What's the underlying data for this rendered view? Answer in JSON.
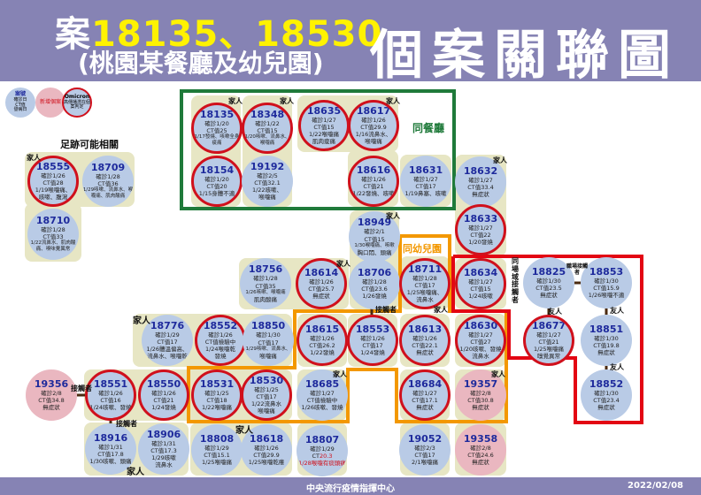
{
  "header": {
    "title_prefix": "案",
    "title_cases": "18135、18530",
    "subtitle": "(桃園某餐廳及幼兒園)",
    "main_title": "個案關聯圖"
  },
  "legend": {
    "case_label": "案號",
    "case_lines": [
      "確診日",
      "CT值",
      "發病日"
    ],
    "new_label": "新增個案",
    "omicron_label": "Omicron",
    "omicron_lines": [
      "高傳播潛在個案判定"
    ]
  },
  "colors": {
    "background": "#8683b4",
    "case": "#b9cbe6",
    "new_case": "#eab7c0",
    "omicron_border": "#d0101c",
    "group": "#e7e6c4",
    "restaurant": "#1f7a3a",
    "kindergarten": "#f39800",
    "workplace": "#e30613"
  },
  "groups": {
    "restaurant": "同餐廳",
    "kindergarten": "同幼兒園",
    "footprint": "足跡可能相關",
    "workplace": "同場域接觸者"
  },
  "labels": {
    "family": "家人",
    "contact": "接觸者",
    "friend": "友人",
    "work_contact": "職場接觸者"
  },
  "cases": [
    {
      "id": "18135",
      "omicron": true,
      "lines": [
        "確診1/20",
        "CT值25",
        "1/17發燒、咳嗽全身痠痛"
      ]
    },
    {
      "id": "18348",
      "omicron": true,
      "lines": [
        "確診1/22",
        "CT值15",
        "1/20咳嗽、流鼻水、喉嚨痛"
      ]
    },
    {
      "id": "18635",
      "omicron": true,
      "lines": [
        "確診1/27",
        "CT值15",
        "1/22喉嚨痛",
        "肌肉痠痛"
      ]
    },
    {
      "id": "18617",
      "omicron": true,
      "lines": [
        "確診1/26",
        "CT值29.9",
        "1/16流鼻水、",
        "喉嚨痛"
      ]
    },
    {
      "id": "18154",
      "omicron": true,
      "lines": [
        "確診1/20",
        "CT值20",
        "1/15身體不適"
      ]
    },
    {
      "id": "19192",
      "omicron": false,
      "lines": [
        "確診2/5",
        "CT值32.1",
        "1/22咳嗽、",
        "喉嚨痛"
      ]
    },
    {
      "id": "18616",
      "omicron": true,
      "lines": [
        "確診1/26",
        "CT值21",
        "1/22發燒、咳嗽"
      ]
    },
    {
      "id": "18631",
      "omicron": false,
      "lines": [
        "確診1/27",
        "CT值17",
        "1/19鼻塞、咳嗽"
      ]
    },
    {
      "id": "18555",
      "omicron": true,
      "lines": [
        "確診1/26",
        "CT值28",
        "1/19喉嚨痛、",
        "咳嗽、腹瀉"
      ]
    },
    {
      "id": "18709",
      "omicron": false,
      "lines": [
        "確診1/28",
        "CT值36",
        "1/29咳嗽、流鼻水、喉嚨痛、肌肉酸痛"
      ]
    },
    {
      "id": "18710",
      "omicron": false,
      "lines": [
        "確診1/28",
        "CT值33",
        "1/22流鼻水、肌肉酸痛、嗅味覺異常"
      ]
    },
    {
      "id": "18632",
      "omicron": false,
      "lines": [
        "確診1/27",
        "CT值33.4",
        "無症狀"
      ]
    },
    {
      "id": "18633",
      "omicron": true,
      "lines": [
        "確診1/27",
        "CT值22",
        "1/20發燒"
      ]
    },
    {
      "id": "18949",
      "omicron": false,
      "lines": [
        "確診2/1",
        "CT值15",
        "1/30喉嚨痛、咳嗽",
        "胸口悶、頭痛"
      ]
    },
    {
      "id": "18756",
      "omicron": false,
      "lines": [
        "確診1/28",
        "CT值35",
        "1/26咳嗽、喉嚨痛",
        "肌肉酸痛"
      ]
    },
    {
      "id": "18614",
      "omicron": true,
      "lines": [
        "確診1/26",
        "CT值25.7",
        "無症狀"
      ]
    },
    {
      "id": "18706",
      "omicron": false,
      "lines": [
        "確診1/28",
        "CT值23.6",
        "1/26發燒"
      ]
    },
    {
      "id": "18711",
      "omicron": true,
      "lines": [
        "確診1/28",
        "CT值17",
        "1/25喉嚨痛、",
        "流鼻水"
      ]
    },
    {
      "id": "18634",
      "omicron": true,
      "lines": [
        "確診1/27",
        "CT值15",
        "1/24咳嗽"
      ]
    },
    {
      "id": "18825",
      "omicron": false,
      "lines": [
        "確診1/30",
        "CT值23.5",
        "無症狀"
      ]
    },
    {
      "id": "18853",
      "omicron": false,
      "lines": [
        "確診1/30",
        "CT值15.9",
        "1/26喉嚨不適"
      ]
    },
    {
      "id": "18677",
      "omicron": true,
      "lines": [
        "確診1/27",
        "CT值21",
        "1/25喉嚨痛",
        "嗅覺異常"
      ]
    },
    {
      "id": "18851",
      "omicron": false,
      "lines": [
        "確診1/30",
        "CT值19.8",
        "無症狀"
      ]
    },
    {
      "id": "18852",
      "omicron": false,
      "lines": [
        "確診1/30",
        "CT值23.4",
        "無症狀"
      ]
    },
    {
      "id": "18776",
      "omicron": false,
      "lines": [
        "確診1/29",
        "CT值17",
        "1/26體溫偏高、",
        "流鼻水、喉嚨乾"
      ]
    },
    {
      "id": "18552",
      "omicron": true,
      "lines": [
        "確診1/26",
        "CT值檢驗中",
        "1/24喉嚨乾",
        "發燒"
      ]
    },
    {
      "id": "18850",
      "omicron": false,
      "lines": [
        "確診1/30",
        "CT值17",
        "1/29咳嗽、流鼻水、",
        "喉嚨痛"
      ]
    },
    {
      "id": "18615",
      "omicron": true,
      "lines": [
        "確診1/26",
        "CT值26.2",
        "1/22發燒"
      ]
    },
    {
      "id": "18553",
      "omicron": true,
      "lines": [
        "確診1/26",
        "CT值17",
        "1/24發燒"
      ]
    },
    {
      "id": "18613",
      "omicron": true,
      "lines": [
        "確診1/26",
        "CT值22.1",
        "無症狀"
      ]
    },
    {
      "id": "18630",
      "omicron": true,
      "lines": [
        "確診1/27",
        "CT值27",
        "1/20咳嗽、發燒",
        "流鼻水"
      ]
    },
    {
      "id": "19356",
      "omicron": false,
      "new": true,
      "lines": [
        "確診2/8",
        "CT值34.8",
        "無症狀"
      ]
    },
    {
      "id": "18551",
      "omicron": true,
      "lines": [
        "確診1/26",
        "CT值16",
        "1/24咳嗽、發燒"
      ]
    },
    {
      "id": "18550",
      "omicron": true,
      "lines": [
        "確診1/26",
        "CT值21",
        "1/24發燒"
      ]
    },
    {
      "id": "18531",
      "omicron": true,
      "lines": [
        "確診1/25",
        "CT值18",
        "1/22喉嚨痛"
      ]
    },
    {
      "id": "18530",
      "omicron": true,
      "lines": [
        "確診1/25",
        "CT值17",
        "1/22流鼻水",
        "喉嚨痛"
      ]
    },
    {
      "id": "18685",
      "omicron": false,
      "lines": [
        "確診1/27",
        "CT值檢驗中",
        "1/26咳嗽、發燒"
      ]
    },
    {
      "id": "18684",
      "omicron": true,
      "lines": [
        "確診1/27",
        "CT值17.1",
        "無症狀"
      ]
    },
    {
      "id": "19357",
      "omicron": false,
      "new": true,
      "lines": [
        "確診2/8",
        "CT值30.8",
        "無症狀"
      ]
    },
    {
      "id": "18916",
      "omicron": false,
      "lines": [
        "確診1/31",
        "CT值17.8",
        "1/30咳嗽、頭痛"
      ]
    },
    {
      "id": "18906",
      "omicron": false,
      "lines": [
        "確診1/31",
        "CT值17.3",
        "1/29咳嗽",
        "流鼻水"
      ]
    },
    {
      "id": "18808",
      "omicron": false,
      "lines": [
        "確診1/29",
        "CT值15.1",
        "1/25喉嚨痛"
      ]
    },
    {
      "id": "18618",
      "omicron": false,
      "lines": [
        "確診1/26",
        "CT值29.9",
        "1/25喉嚨乾癢"
      ]
    },
    {
      "id": "18807",
      "omicron": false,
      "lines": [
        "確診1/29",
        {
          "pre": "CT",
          "red": "20.3"
        },
        {
          "red": "1/28喉嚨有痰頭痛"
        }
      ]
    },
    {
      "id": "19052",
      "omicron": false,
      "lines": [
        "確診2/3",
        "CT值17",
        "2/1喉嚨痛"
      ]
    },
    {
      "id": "19358",
      "omicron": false,
      "new": true,
      "lines": [
        "確診2/8",
        "CT值24.6",
        "無症狀"
      ]
    }
  ],
  "footer": {
    "org": "中央流行疫情指揮中心",
    "date": "2022/02/08"
  }
}
